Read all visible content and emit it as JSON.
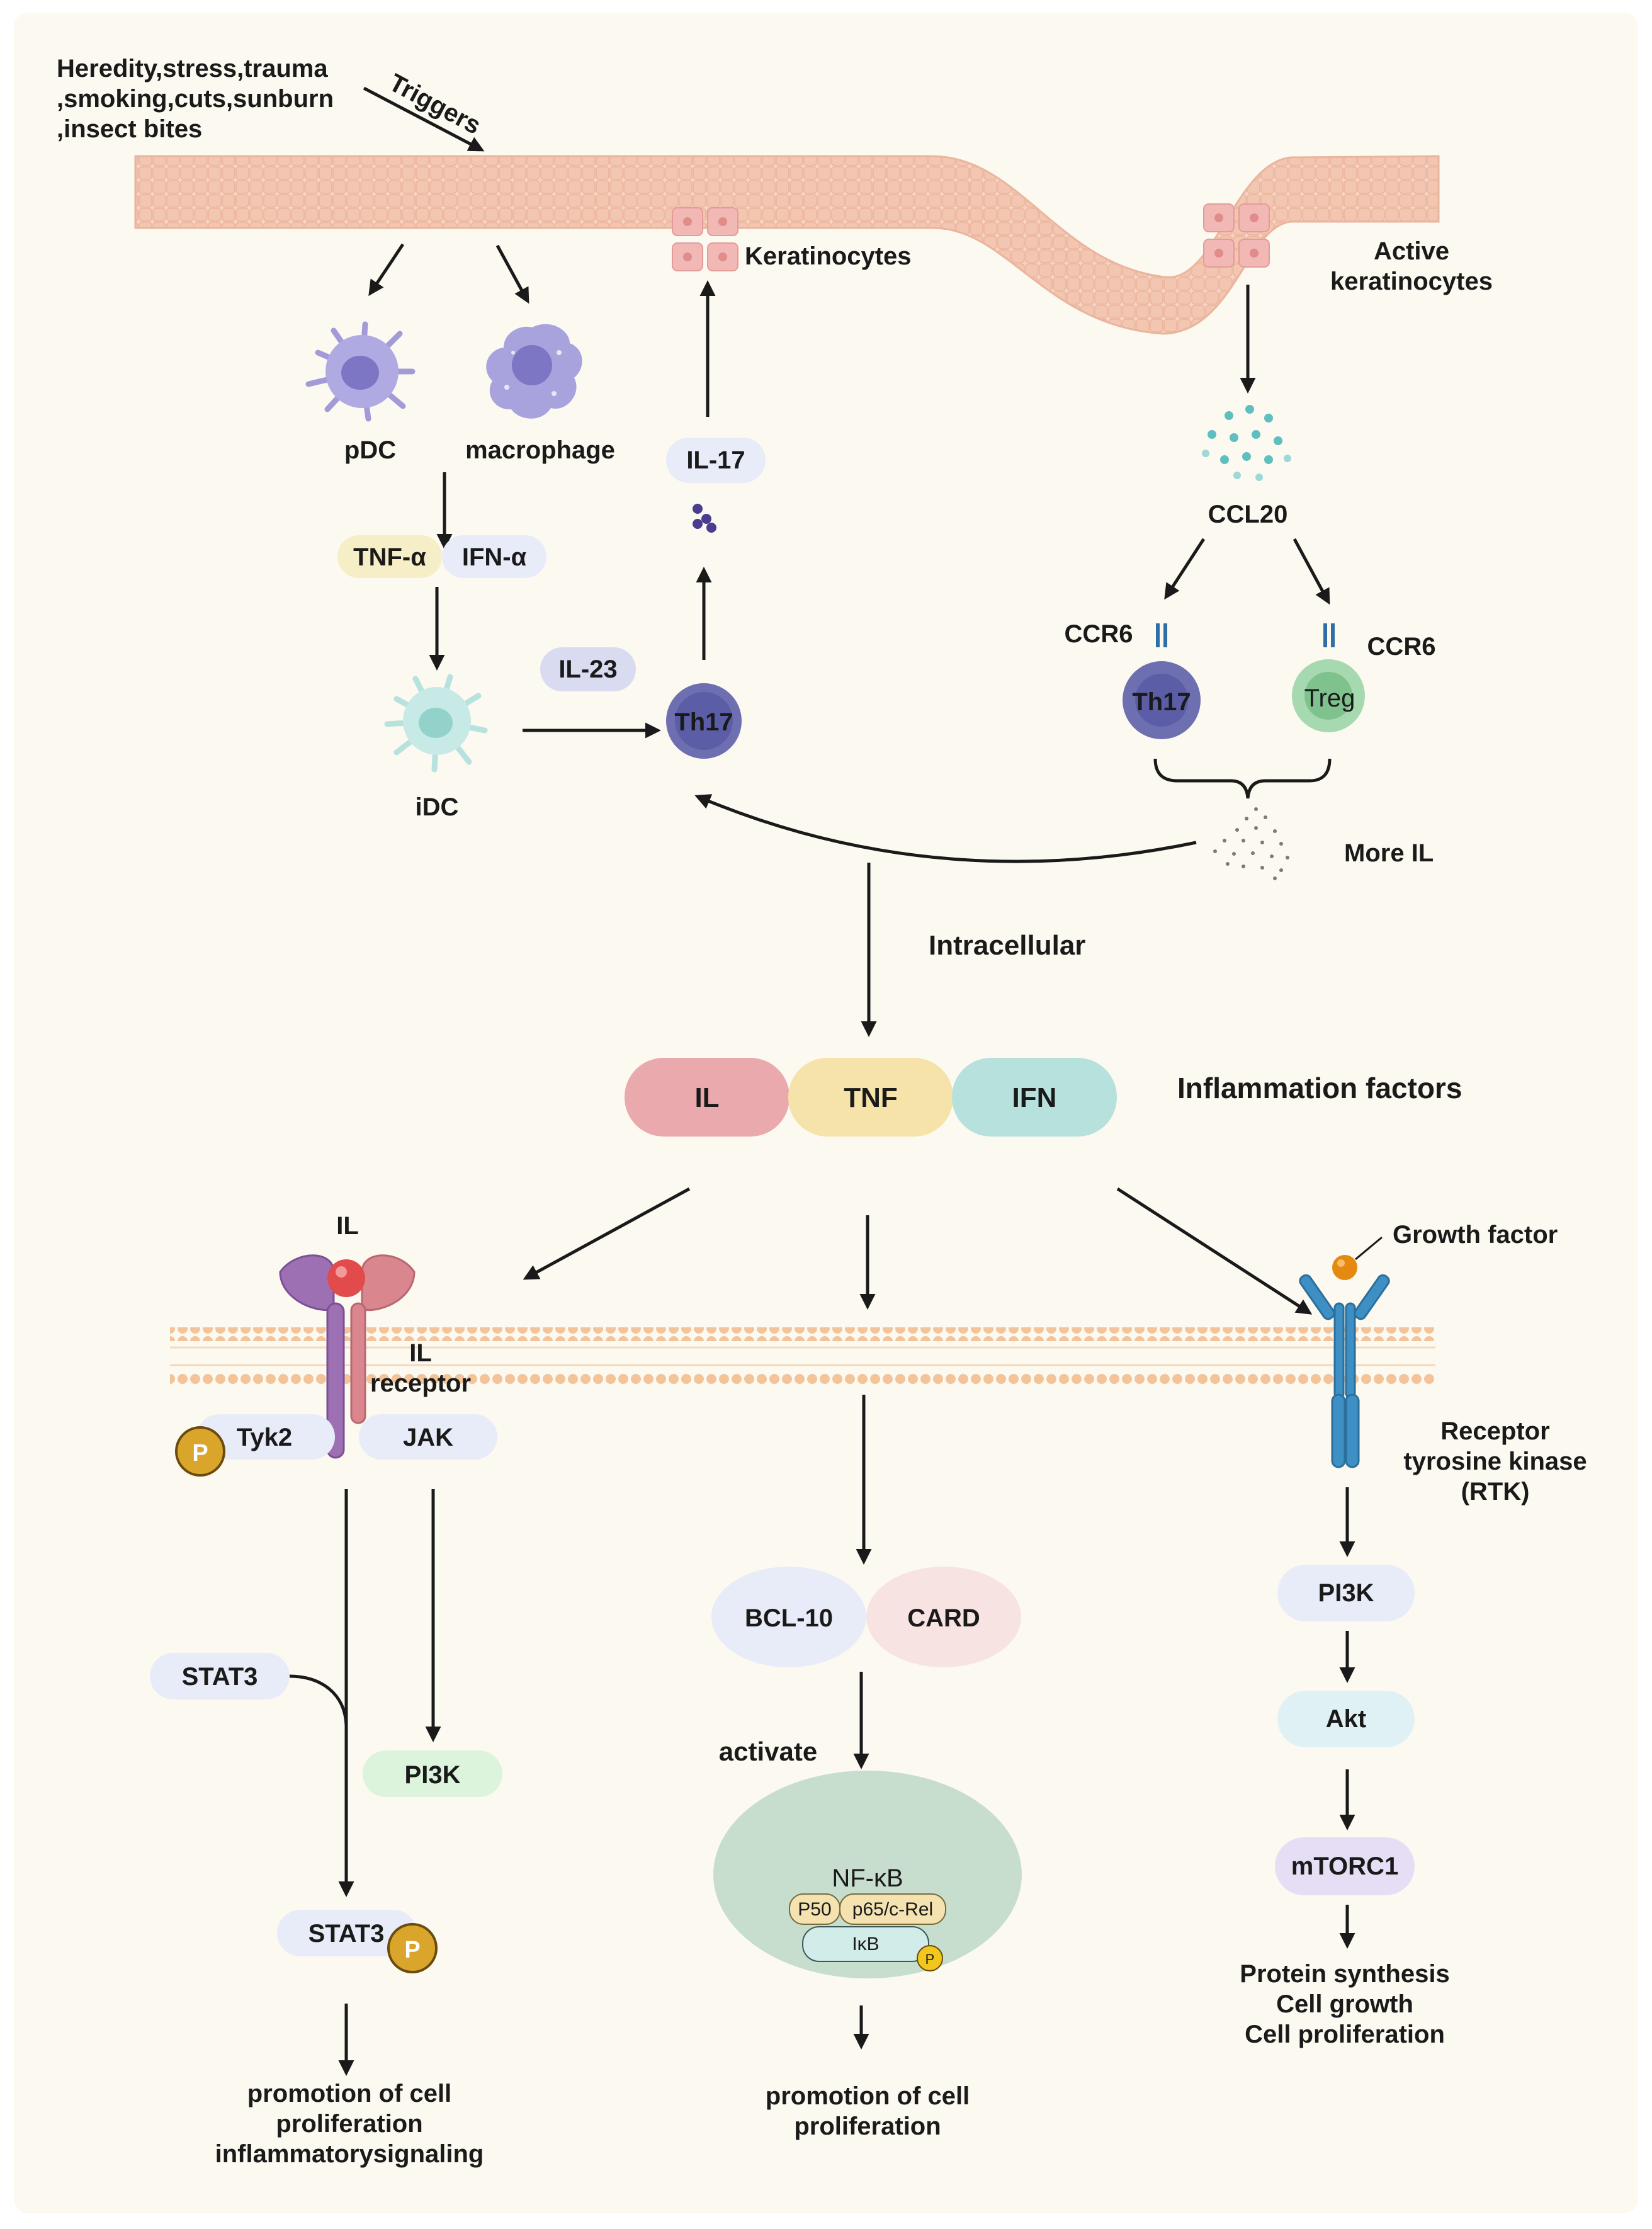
{
  "triggers": {
    "lines": [
      "Heredity,stress,trauma",
      ",smoking,cuts,sunburn",
      ",insect bites"
    ],
    "arrow_label": "Triggers"
  },
  "skin": {
    "keratinocytes_label": "Keratinocytes",
    "active_keratinocytes_lines": [
      "Active",
      "keratinocytes"
    ]
  },
  "cells": {
    "pdc": "pDC",
    "macrophage": "macrophage",
    "idc": "iDC",
    "th17": "Th17",
    "th17_right": "Th17",
    "treg": "Treg"
  },
  "cytokines": {
    "tnf_alpha": "TNF-α",
    "ifn_alpha": "IFN-α",
    "il23": "IL-23",
    "il17": "IL-17",
    "ccl20": "CCL20",
    "ccr6_left": "CCR6",
    "ccr6_right": "CCR6",
    "more_il": "More IL"
  },
  "middle": {
    "intracellular": "Intracellular",
    "factors": [
      "IL",
      "TNF",
      "IFN"
    ],
    "factors_label": "Inflammation factors"
  },
  "left_path": {
    "il_top": "IL",
    "receptor_lines": [
      "IL",
      "receptor"
    ],
    "tyk2": "Tyk2",
    "jak": "JAK",
    "p": "P",
    "stat3_in": "STAT3",
    "pi3k": "PI3K",
    "stat3_out": "STAT3",
    "p2": "P",
    "outcome_lines": [
      "promotion of cell",
      "proliferation",
      "inflammatorysignaling"
    ]
  },
  "center_path": {
    "bcl10": "BCL-10",
    "card": "CARD",
    "activate": "activate",
    "nfkb": "NF-κB",
    "p50": "P50",
    "p65": "p65/c-Rel",
    "ikb": "IκB",
    "p": "P",
    "outcome_lines": [
      "promotion of cell",
      "proliferation"
    ]
  },
  "right_path": {
    "growth_factor": "Growth factor",
    "rtk_lines": [
      "Receptor",
      "tyrosine kinase",
      "(RTK)"
    ],
    "pi3k": "PI3K",
    "akt": "Akt",
    "mtorc1": "mTORC1",
    "outcome_lines": [
      "Protein synthesis",
      "Cell growth",
      "Cell proliferation"
    ]
  },
  "colors": {
    "background": "#fcf9f1",
    "skin": "#f6d3c2",
    "membrane": "#f6cfa6",
    "il_pill": "#e9a9ad",
    "tnf_pill": "#f6e3a9",
    "ifn_pill": "#b6e1dd",
    "cell_purple": "#a8a3dc",
    "th17": "#6d6fb1",
    "treg": "#7fc28e",
    "arrow": "#1a1a1a"
  }
}
